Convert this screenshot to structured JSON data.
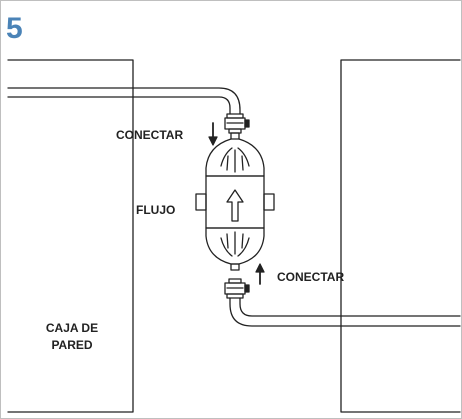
{
  "step_number": "5",
  "labels": {
    "connect_top": "CONECTAR",
    "flow": "FLUJO",
    "connect_bottom": "CONECTAR",
    "wall_box_line1": "CAJA DE",
    "wall_box_line2": "PARED"
  },
  "colors": {
    "step_number": "#4a83b7",
    "line": "#222222",
    "frame": "#bfbfbf"
  }
}
